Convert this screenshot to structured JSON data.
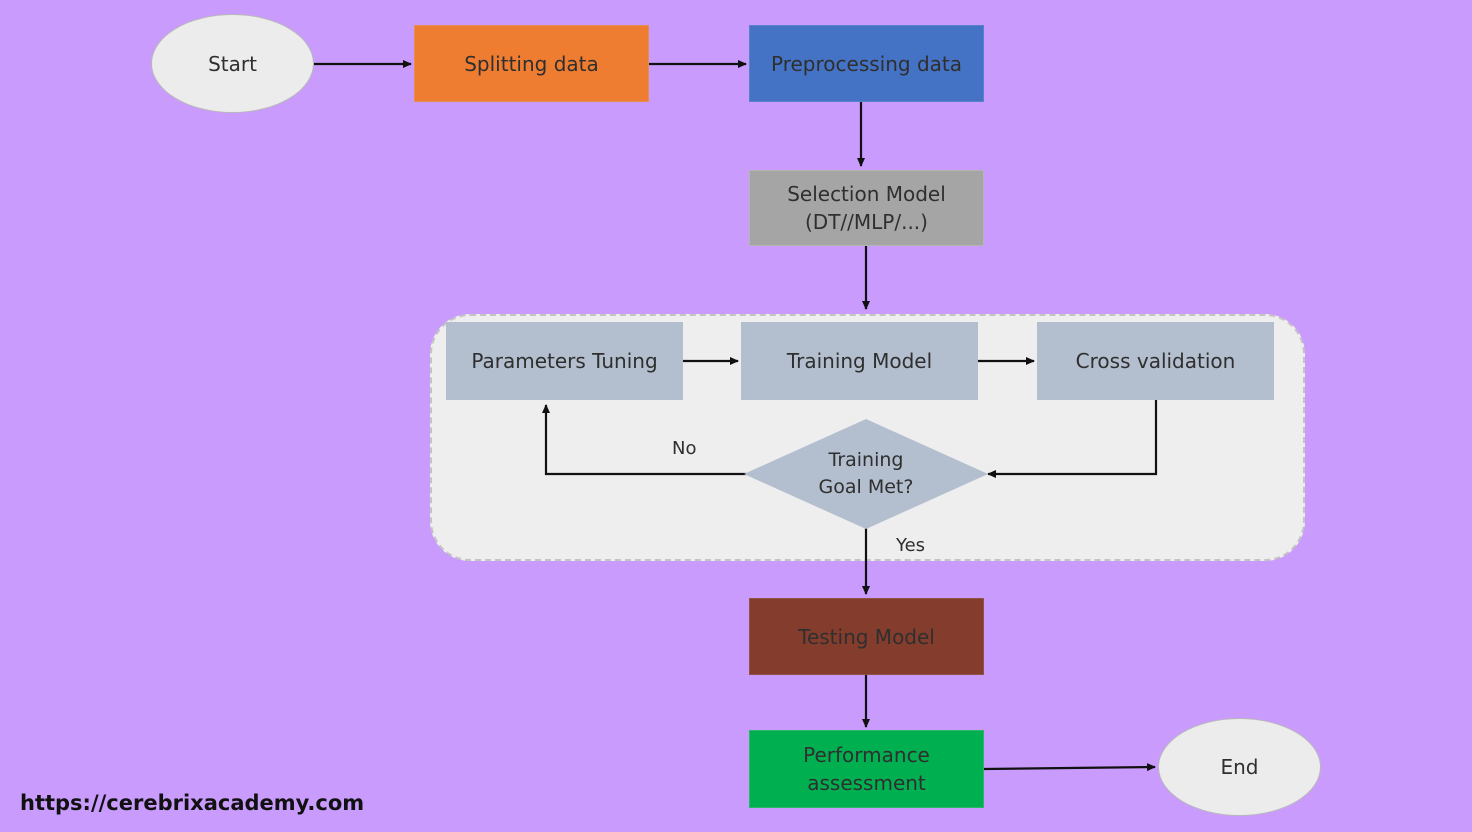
{
  "nodes": {
    "start": "Start",
    "splitting": "Splitting data",
    "preprocessing": "Preprocessing data",
    "selection": "Selection Model\n(DT//MLP/...)",
    "parameters": "Parameters Tuning",
    "training": "Training Model",
    "cross_validation": "Cross validation",
    "decision": "Training\nGoal Met?",
    "testing": "Testing Model",
    "performance": "Performance\nassessment",
    "end": "End"
  },
  "edge_labels": {
    "no": "No",
    "yes": "Yes"
  },
  "footer": {
    "url": "https://cerebrixacademy.com"
  },
  "colors": {
    "background": "#c99bfd",
    "splitting": "#ee7d31",
    "preprocessing": "#4472c4",
    "selection": "#a5a5a5",
    "loop_boxes": "#b3bece",
    "decision": "#b3bece",
    "testing": "#843c2c",
    "performance": "#00b050",
    "terminal": "#ececec"
  }
}
